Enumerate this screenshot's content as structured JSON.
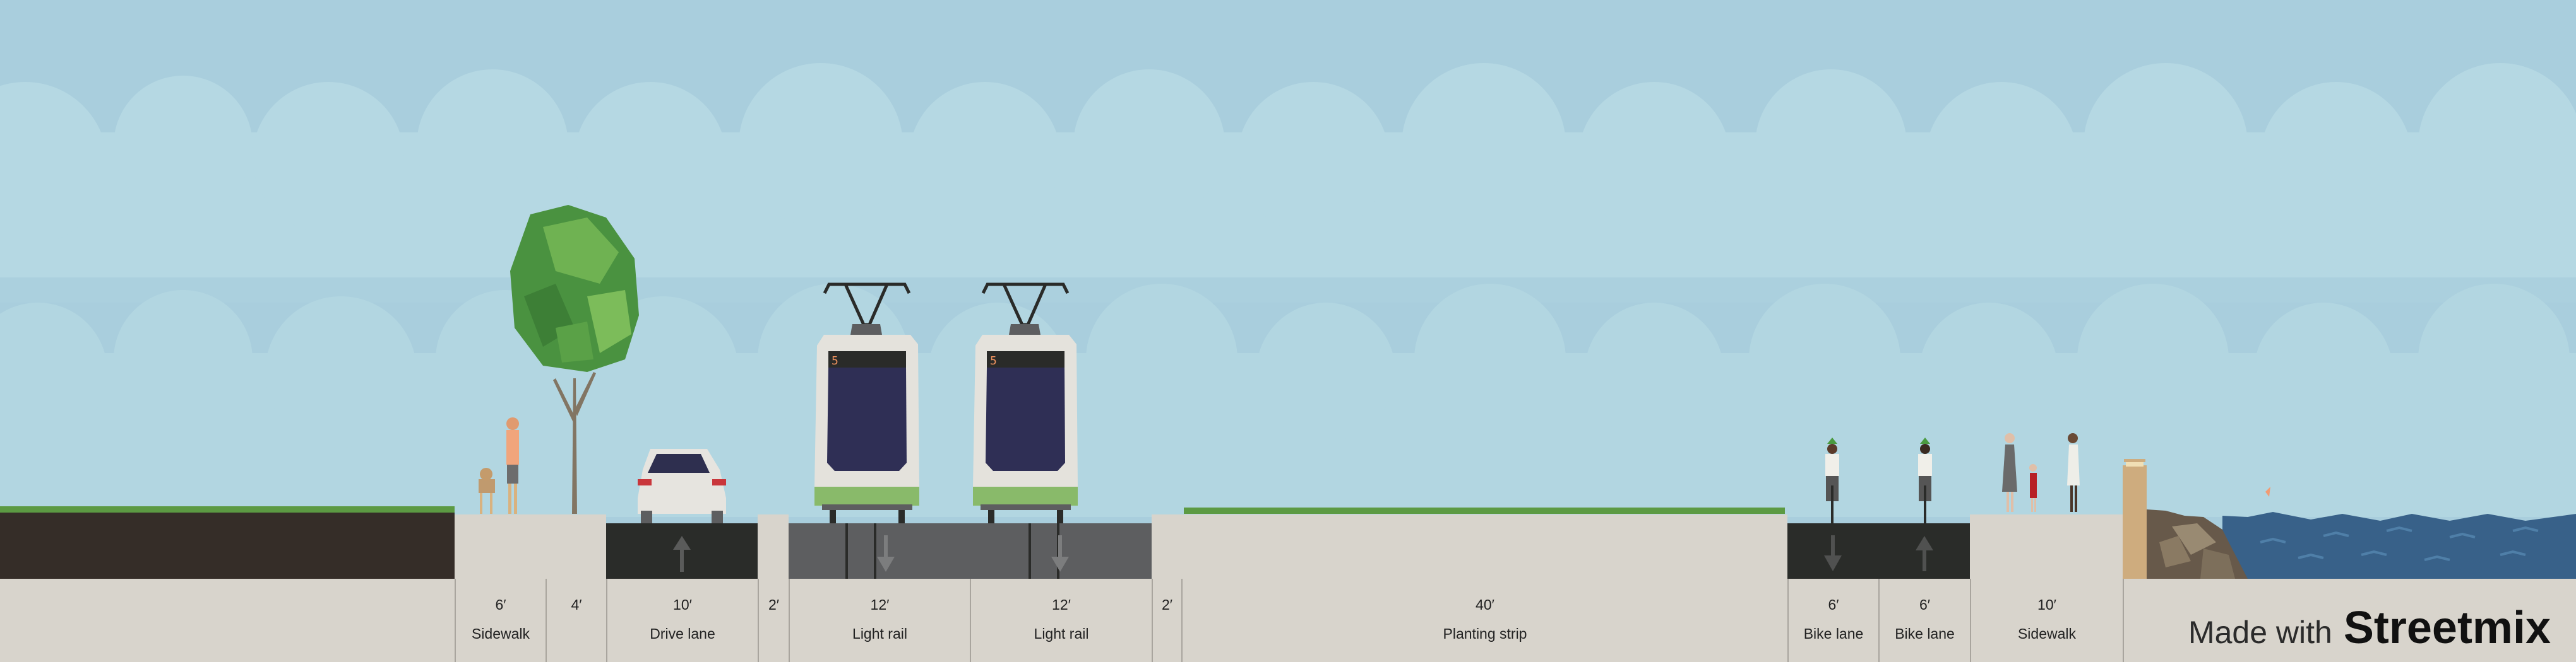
{
  "segments": [
    {
      "width": "6′",
      "name": "Sidewalk"
    },
    {
      "width": "4′",
      "name": ""
    },
    {
      "width": "10′",
      "name": "Drive lane"
    },
    {
      "width": "2′",
      "name": ""
    },
    {
      "width": "12′",
      "name": "Light rail"
    },
    {
      "width": "12′",
      "name": "Light rail"
    },
    {
      "width": "2′",
      "name": ""
    },
    {
      "width": "40′",
      "name": "Planting strip"
    },
    {
      "width": "6′",
      "name": "Bike lane"
    },
    {
      "width": "6′",
      "name": "Bike lane"
    },
    {
      "width": "10′",
      "name": "Sidewalk"
    }
  ],
  "tram_route": "5",
  "branding": {
    "made_with": "Made with",
    "name": "Streetmix"
  },
  "colors": {
    "sky": "#a9cedd",
    "asphalt": "#2a2c29",
    "rail_bed": "#5d5e60",
    "pavement": "#d8d4cc",
    "water": "#386189",
    "tram_green": "#89ba6a"
  }
}
